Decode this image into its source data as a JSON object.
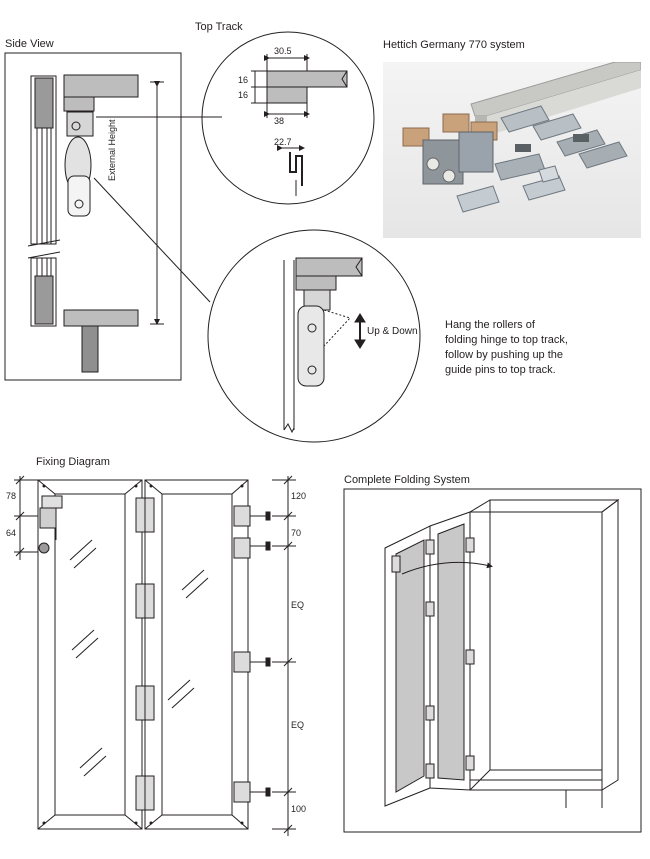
{
  "titles": {
    "side_view": "Side View",
    "top_track": "Top Track",
    "photo_caption": "Hettich Germany 770 system",
    "fixing_diagram": "Fixing Diagram",
    "complete_system": "Complete Folding System"
  },
  "side_view": {
    "external_height": "External Height"
  },
  "top_track": {
    "d1": "30.5",
    "d2": "16",
    "d3": "16",
    "d4": "38",
    "d5": "22.7"
  },
  "detail": {
    "up_down": "Up & Down"
  },
  "instruction": {
    "line1": "Hang the rollers of",
    "line2": "folding hinge to top track,",
    "line3": "follow by pushing up the",
    "line4": "guide pins to top track."
  },
  "fixing": {
    "left_78": "78",
    "left_64": "64",
    "right_120": "120",
    "right_70": "70",
    "eq1": "EQ",
    "eq2": "EQ",
    "right_100": "100"
  },
  "colors": {
    "line": "#231f20",
    "steel": "#9aa3ab",
    "gold": "#c9a27c",
    "panel": "#c8c8c8"
  }
}
